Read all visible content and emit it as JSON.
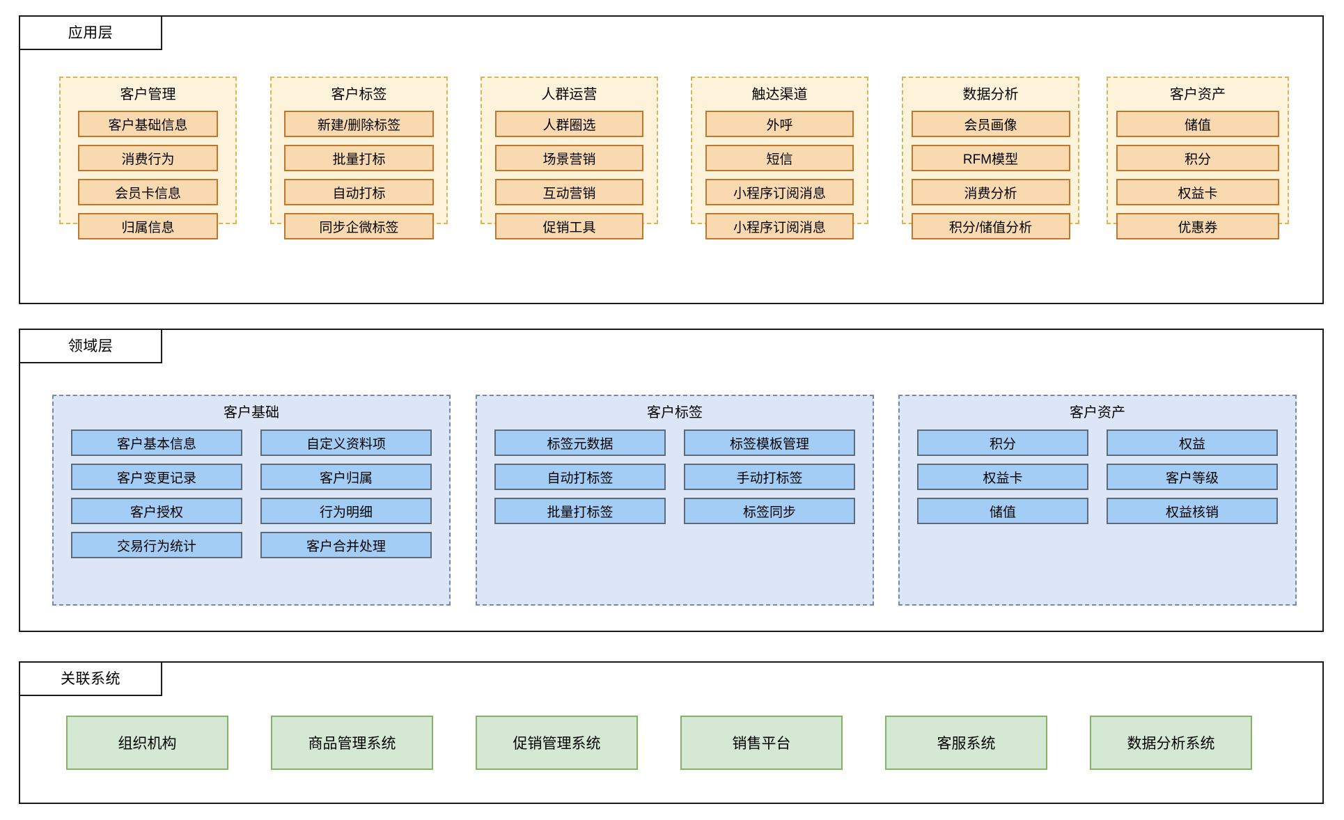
{
  "diagram": {
    "type": "layered-architecture",
    "layers": [
      {
        "name": "application-layer",
        "title": "应用层",
        "accent": "#d6b656",
        "group_bg": "#fdf3da",
        "item_bg": "#f8d9b0",
        "item_border": "#c1762b",
        "groups": [
          {
            "title": "客户管理",
            "items": [
              "客户基础信息",
              "消费行为",
              "会员卡信息",
              "归属信息"
            ]
          },
          {
            "title": "客户标签",
            "items": [
              "新建/删除标签",
              "批量打标",
              "自动打标",
              "同步企微标签"
            ]
          },
          {
            "title": "人群运营",
            "items": [
              "人群圈选",
              "场景营销",
              "互动营销",
              "促销工具"
            ]
          },
          {
            "title": "触达渠道",
            "items": [
              "外呼",
              "短信",
              "小程序订阅消息",
              "小程序订阅消息"
            ]
          },
          {
            "title": "数据分析",
            "items": [
              "会员画像",
              "RFM模型",
              "消费分析",
              "积分/储值分析"
            ]
          },
          {
            "title": "客户资产",
            "items": [
              "储值",
              "积分",
              "权益卡",
              "优惠券"
            ]
          }
        ]
      },
      {
        "name": "domain-layer",
        "title": "领域层",
        "accent": "#7187b5",
        "group_bg": "#dce6f7",
        "item_bg": "#a3cdf5",
        "item_border": "#5b6b7c",
        "groups": [
          {
            "title": "客户基础",
            "items": [
              "客户基本信息",
              "自定义资料项",
              "客户变更记录",
              "客户归属",
              "客户授权",
              "行为明细",
              "交易行为统计",
              "客户合并处理"
            ]
          },
          {
            "title": "客户标签",
            "items": [
              "标签元数据",
              "标签模板管理",
              "自动打标签",
              "手动打标签",
              "批量打标签",
              "标签同步"
            ]
          },
          {
            "title": "客户资产",
            "items": [
              "积分",
              "权益",
              "权益卡",
              "客户等级",
              "储值",
              "权益核销"
            ]
          }
        ]
      },
      {
        "name": "related-systems-layer",
        "title": "关联系统",
        "item_bg": "#d5e8d4",
        "item_border": "#82b366",
        "systems": [
          "组织机构",
          "商品管理系统",
          "促销管理系统",
          "销售平台",
          "客服系统",
          "数据分析系统"
        ]
      }
    ]
  }
}
